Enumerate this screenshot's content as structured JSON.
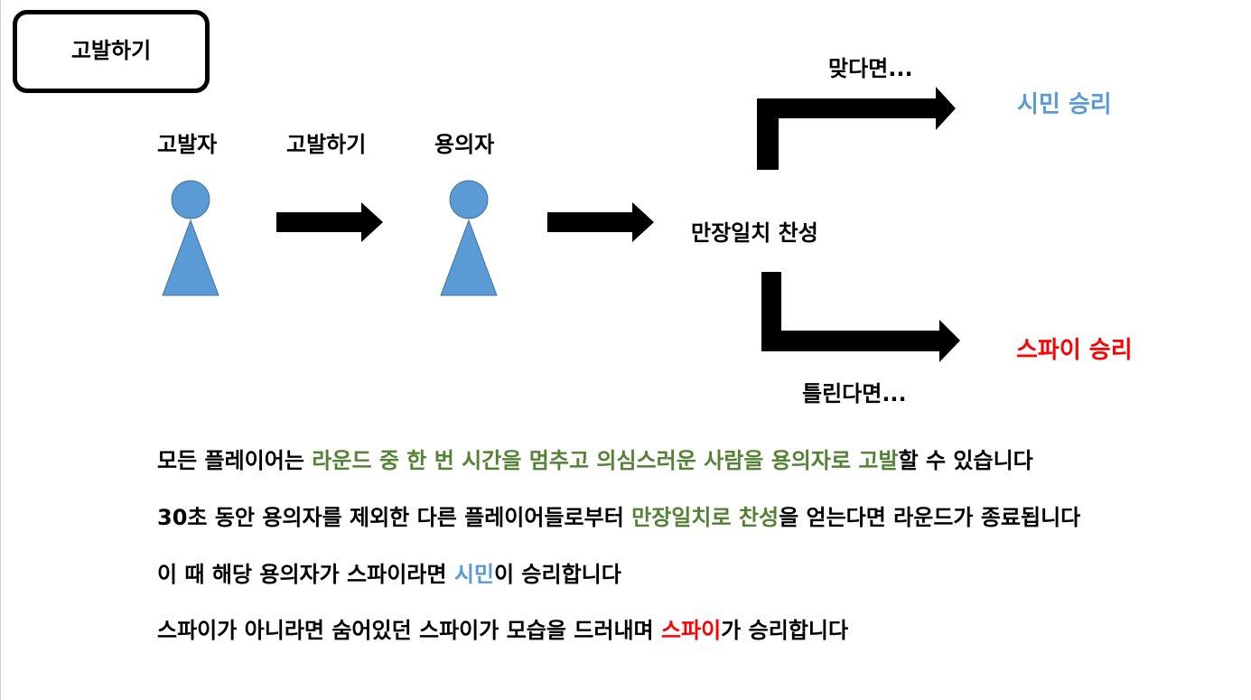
{
  "title_box": "고발하기",
  "accuser_label": "고발자",
  "action_label": "고발하기",
  "suspect_label": "용의자",
  "vote_label": "만장일치 찬성",
  "correct_label": "맞다면...",
  "wrong_label": "틀린다면...",
  "citizen_win": "시민 승리",
  "spy_win": "스파이 승리",
  "colors": {
    "person": "#5b9bd5",
    "person_outline": "#41719c",
    "highlight_green": "#548235",
    "citizen_blue": "#5b9bd5",
    "spy_red": "#ff0000"
  },
  "rules": [
    {
      "p1": "모든 플레이어는 ",
      "h1": "라운드 중 한 번 시간을 멈추고 의심스러운 사람을 용의자로 고발",
      "p2": "할 수 있습니다"
    },
    {
      "p1": "30초 동안 용의자를 제외한 다른 플레이어들로부터 ",
      "h1": "만장일치로 찬성",
      "p2": "을 얻는다면 라운드가 종료됩니다"
    },
    {
      "p1": "이 때 해당 용의자가 스파이라면 ",
      "h1": "시민",
      "p2": "이 승리합니다"
    },
    {
      "p1": "스파이가 아니라면 숨어있던 스파이가 모습을 드러내며 ",
      "h1": "스파이",
      "p2": "가 승리합니다"
    }
  ]
}
